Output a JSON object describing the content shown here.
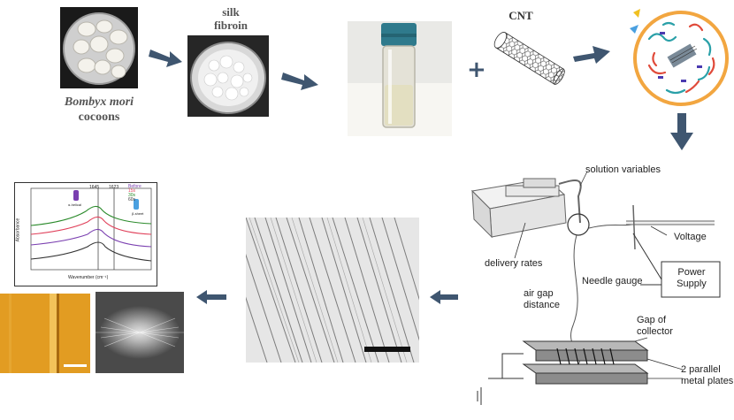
{
  "top_row": {
    "cocoons_caption_italic": "Bombyx mori",
    "cocoons_caption": "cocoons",
    "silk_label_line1": "silk",
    "silk_label_line2": "fibroin",
    "cnt_label": "CNT",
    "plus_sign": "+"
  },
  "electrospinning": {
    "solution_variables": "solution variables",
    "voltage": "Voltage",
    "power_supply_line1": "Power",
    "power_supply_line2": "Supply",
    "delivery_rates": "delivery rates",
    "needle_gauge": "Needle gauge",
    "air_gap_line1": "air gap",
    "air_gap_line2": "distance",
    "gap_collector_line1": "Gap of",
    "gap_collector_line2": "collector",
    "plates_line1": "2 parallel",
    "plates_line2": "metal plates"
  },
  "ftir_chart": {
    "xlabel": "Wavenumber (cm⁻¹)",
    "ylabel": "Absorbance",
    "peak_labels": [
      "1645",
      "1623"
    ],
    "legend": [
      "Before",
      "15s",
      "30s",
      "60s"
    ],
    "legend_colors": [
      "#7a3fb0",
      "#e0405a",
      "#2a8a2a",
      "#333333"
    ],
    "helix_label": "α-helical",
    "sheet_label": "β-sheet"
  },
  "colors": {
    "arrow": "#3f5670",
    "afm_bg": "#e09a1e",
    "nanoparticle_ring": "#f2a640"
  }
}
